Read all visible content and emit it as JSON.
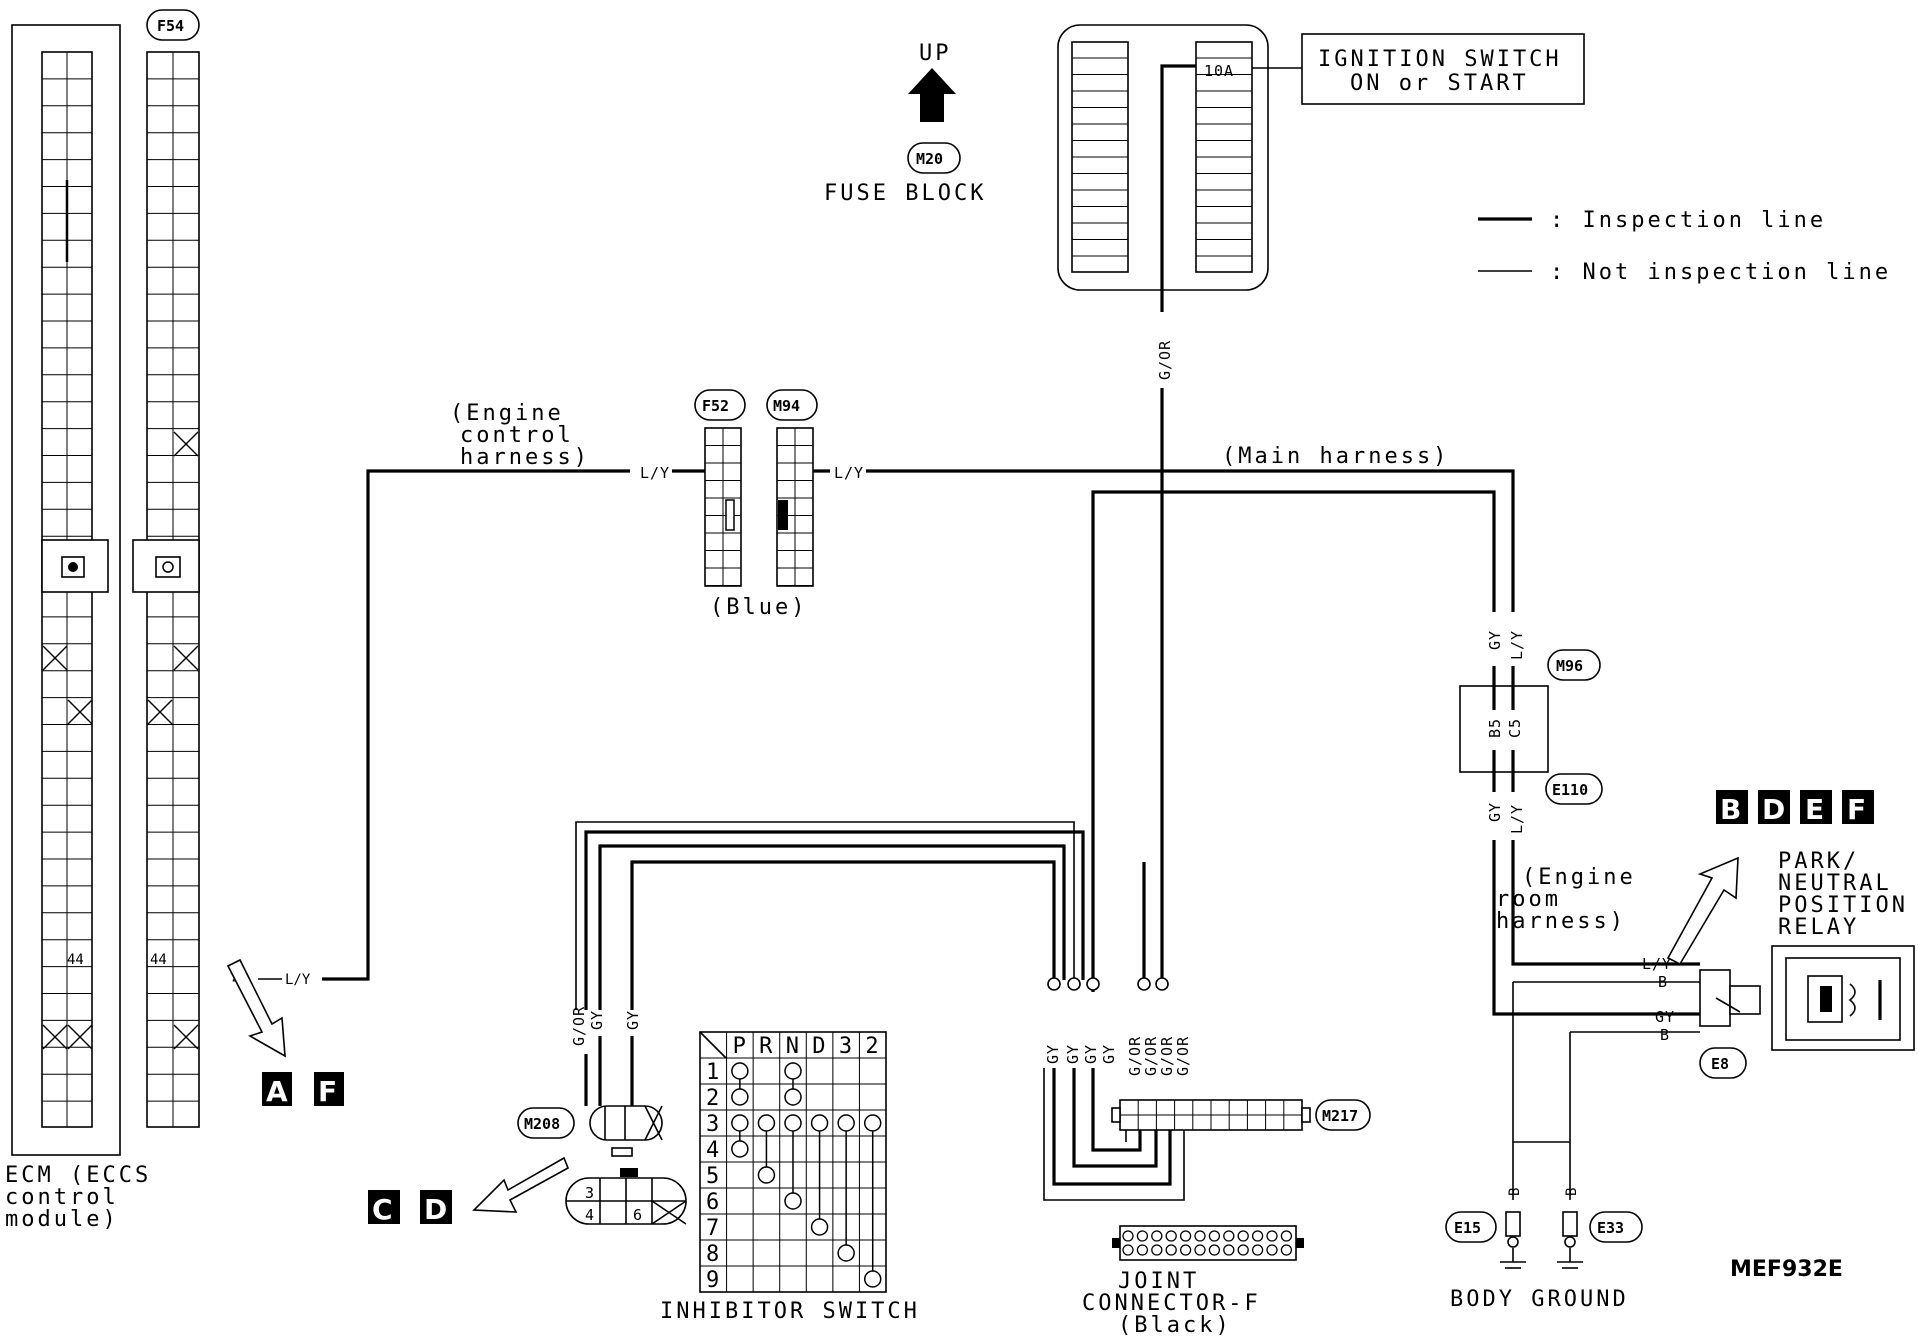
{
  "labels": {
    "ecm": [
      "ECM (ECCS",
      "control",
      "module)"
    ],
    "engine_control_harness": [
      "(Engine",
      "control",
      "harness)"
    ],
    "main_harness": "(Main harness)",
    "engine_room_harness": [
      "(Engine",
      "room",
      "harness)"
    ],
    "blue": "(Blue)",
    "fuse_block": "FUSE BLOCK",
    "up": "UP",
    "fuse_rating": "10A",
    "ignition_switch": [
      "IGNITION SWITCH",
      "ON or START"
    ],
    "relay": [
      "PARK/",
      "NEUTRAL",
      "POSITION",
      "RELAY"
    ],
    "inhibitor_switch": "INHIBITOR SWITCH",
    "joint_connector": [
      "JOINT",
      "CONNECTOR-F",
      "(Black)"
    ],
    "body_ground": "BODY GROUND",
    "figure_code": "MEF932E"
  },
  "legend": {
    "inspection": ": Inspection line",
    "not_inspection": ": Not inspection line"
  },
  "connectors": {
    "f54": "F54",
    "f52": "F52",
    "m94": "M94",
    "m20": "M20",
    "m96": "M96",
    "e110": "E110",
    "m208": "M208",
    "m217": "M217",
    "e8": "E8",
    "e15": "E15",
    "e33": "E33"
  },
  "terminals": {
    "ecm_44": "44",
    "f54_44": "44",
    "wire_44": "44",
    "m208_3": "3",
    "m208_4": "4",
    "m208_6": "6",
    "m96_b5": "B5",
    "m96_c5": "C5"
  },
  "wire_colors": {
    "ly": "L/Y",
    "gy": "GY",
    "gor": "G/OR",
    "b": "B"
  },
  "refs": {
    "a": "A",
    "f": "F",
    "b": "B",
    "d": "D",
    "e": "E",
    "c": "C"
  },
  "inhibitor_table": {
    "headers": [
      "P",
      "R",
      "N",
      "D",
      "3",
      "2"
    ],
    "rows": [
      "1",
      "2",
      "3",
      "4",
      "5",
      "6",
      "7",
      "8",
      "9"
    ]
  }
}
